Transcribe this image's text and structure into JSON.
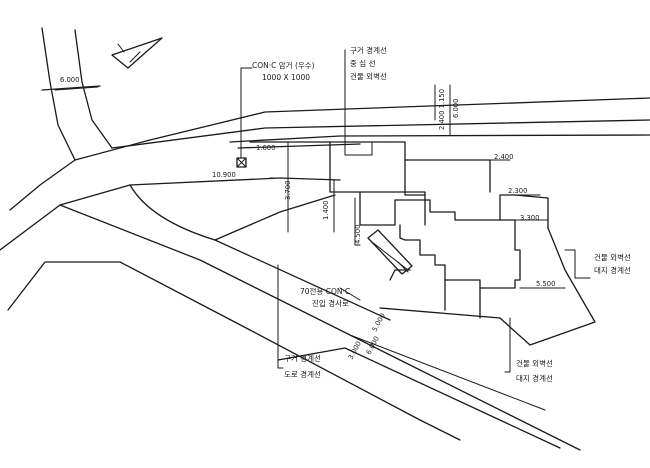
{
  "labels": {
    "conc_pipe": "CON·C 암거 (우수)",
    "conc_size": "1000 X 1000",
    "top_1": "구거 경계선",
    "top_2": "중 심 선",
    "top_3": "건물 외벽선",
    "right_1": "건물 외벽선",
    "right_2": "대지 경계선",
    "bottom_1": "건물 외벽선",
    "bottom_2": "대지 경계선",
    "left_1": "구거 경계선",
    "left_2": "도로 경계선",
    "ramp_1": "70전용 CON·C",
    "ramp_2": "진입 경사로"
  },
  "dimensions": {
    "d_6000_road": "6.000",
    "d_1600": "1.600",
    "d_10900": "10.900",
    "d_3700": "3.700",
    "d_1400": "1.400",
    "d_4500": "4.500",
    "d_2400": "2.400",
    "d_2300": "2.300",
    "d_3300": "3.300",
    "d_3000": "3.000",
    "d_5500": "5.500",
    "d_2400_v": "2.400 1.150",
    "d_6000_v": "6.000",
    "d_3000_road": "3.000",
    "d_6000_road2": "6.000",
    "d_5000_road": "5.000"
  },
  "icons": {
    "north_arrow": "north-arrow-icon",
    "manhole": "manhole-icon"
  }
}
